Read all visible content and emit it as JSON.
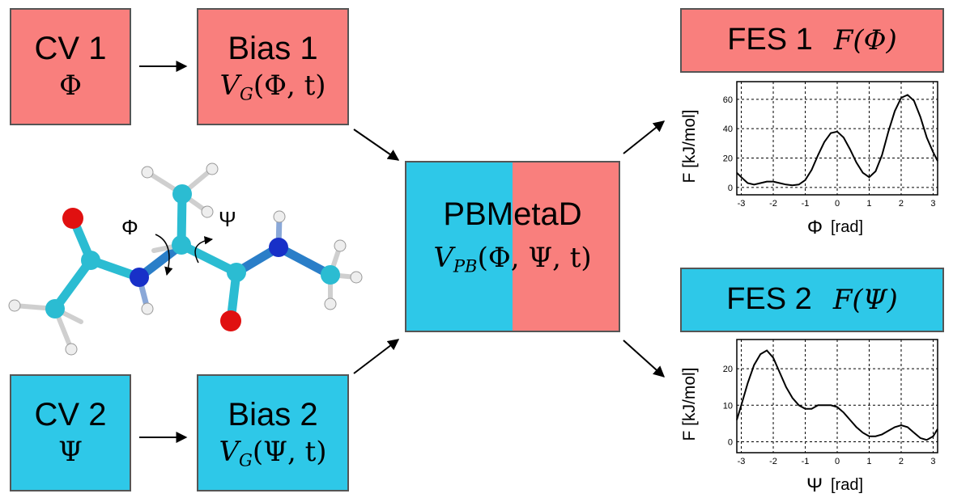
{
  "cv1": {
    "title": "CV 1",
    "symbol": "Φ"
  },
  "cv2": {
    "title": "CV 2",
    "symbol": "Ψ"
  },
  "bias1": {
    "title": "Bias 1",
    "formula_main": "V",
    "formula_sub": "G",
    "formula_args": "(Φ, t)"
  },
  "bias2": {
    "title": "Bias 2",
    "formula_main": "V",
    "formula_sub": "G",
    "formula_args": "(Ψ, t)"
  },
  "pbmetad": {
    "title": "PBMetaD",
    "formula_main": "V",
    "formula_sub": "PB",
    "formula_args": "(Φ, Ψ, t)"
  },
  "fes1": {
    "title": "FES 1",
    "formula": "F(Φ)"
  },
  "fes2": {
    "title": "FES 2",
    "formula": "F(Ψ)"
  },
  "molecule": {
    "phi_label": "Φ",
    "psi_label": "Ψ"
  },
  "colors": {
    "phi": "#f97f7d",
    "psi": "#2ec8e8",
    "carbon": "#2bbcd2",
    "nitrogen": "#1830c8",
    "oxygen": "#e01010",
    "hydrogen": "#f0f0f0"
  },
  "chart_data": [
    {
      "type": "line",
      "xlabel_symbol": "Φ",
      "xlabel_unit": "[rad]",
      "ylabel": "F [kJ/mol]",
      "xlim": [
        -3.14,
        3.14
      ],
      "ylim": [
        -5,
        72
      ],
      "xticks": [
        "-3",
        "-2",
        "-1",
        "0",
        "1",
        "2",
        "3"
      ],
      "yticks": [
        "0",
        "20",
        "40",
        "60"
      ],
      "grid": true,
      "x": [
        -3.14,
        -3.0,
        -2.8,
        -2.6,
        -2.4,
        -2.2,
        -2.0,
        -1.8,
        -1.6,
        -1.4,
        -1.2,
        -1.0,
        -0.8,
        -0.6,
        -0.4,
        -0.2,
        0.0,
        0.2,
        0.4,
        0.6,
        0.8,
        1.0,
        1.2,
        1.4,
        1.6,
        1.8,
        2.0,
        2.2,
        2.4,
        2.6,
        2.8,
        3.0,
        3.14
      ],
      "y": [
        10,
        7,
        3,
        2,
        3,
        4,
        4,
        3,
        2,
        1.5,
        2,
        5,
        12,
        22,
        31,
        37,
        38,
        34,
        26,
        17,
        10,
        7,
        11,
        22,
        38,
        52,
        61,
        63,
        59,
        48,
        34,
        24,
        18
      ]
    },
    {
      "type": "line",
      "xlabel_symbol": "Ψ",
      "xlabel_unit": "[rad]",
      "ylabel": "F [kJ/mol]",
      "xlim": [
        -3.14,
        3.14
      ],
      "ylim": [
        -3,
        28
      ],
      "xticks": [
        "-3",
        "-2",
        "-1",
        "0",
        "1",
        "2",
        "3"
      ],
      "yticks": [
        "0",
        "10",
        "20"
      ],
      "grid": true,
      "x": [
        -3.14,
        -3.0,
        -2.8,
        -2.6,
        -2.4,
        -2.2,
        -2.0,
        -1.8,
        -1.6,
        -1.4,
        -1.2,
        -1.0,
        -0.8,
        -0.6,
        -0.4,
        -0.2,
        0.0,
        0.2,
        0.4,
        0.6,
        0.8,
        1.0,
        1.2,
        1.4,
        1.6,
        1.8,
        2.0,
        2.2,
        2.4,
        2.6,
        2.8,
        3.0,
        3.14
      ],
      "y": [
        6,
        10,
        16,
        21,
        24,
        25,
        23,
        19,
        15,
        12,
        10,
        9,
        9,
        10,
        10,
        10,
        9.5,
        8,
        6,
        4,
        2.5,
        1.5,
        1.5,
        2,
        3,
        4,
        4.5,
        4,
        2.5,
        1,
        0.5,
        1.5,
        3.5
      ]
    }
  ]
}
